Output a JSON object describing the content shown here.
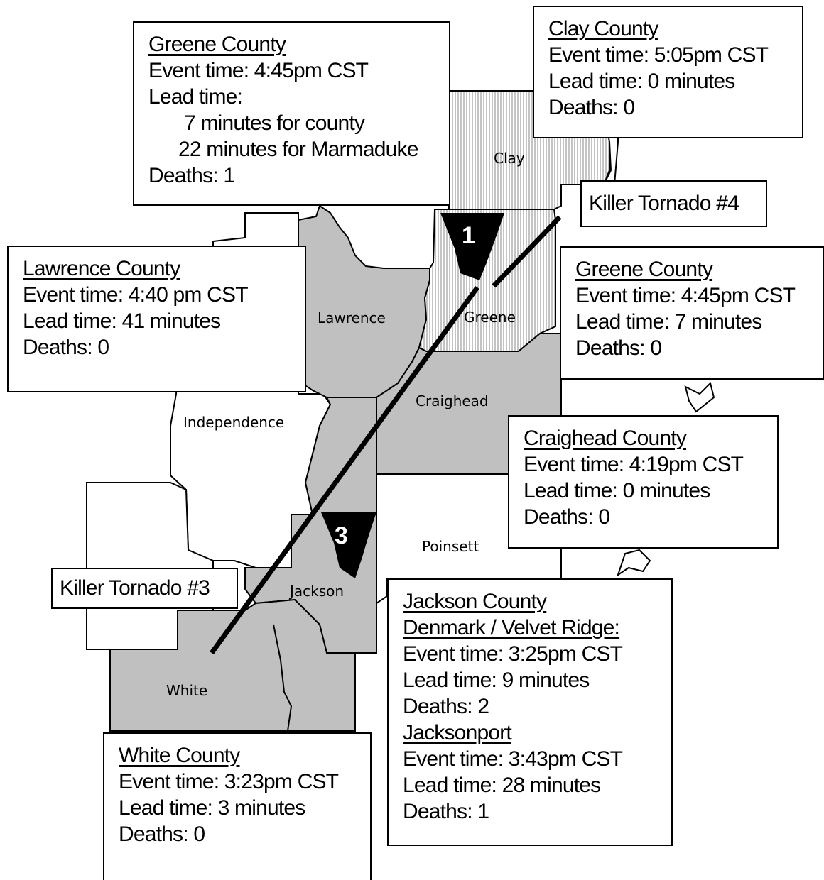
{
  "colors": {
    "affected_fill": "#c0c0c0",
    "partial_fill": "#e6e6e6",
    "border": "#000000",
    "background": "#ffffff"
  },
  "counties": {
    "clay": "Clay",
    "greene": "Greene",
    "lawrence": "Lawrence",
    "craighead": "Craighead",
    "independence": "Independence",
    "poinsett": "Poinsett",
    "jackson": "Jackson",
    "white": "White"
  },
  "markers": {
    "tornado_1": "1",
    "tornado_3": "3"
  },
  "tags": {
    "killer_4": "Killer Tornado #4",
    "killer_3": "Killer Tornado #3"
  },
  "boxes": {
    "greene_top": {
      "title": "Greene County",
      "event": "Event time: 4:45pm CST",
      "lead": "Lead time:",
      "lead_county": "7 minutes for county",
      "lead_town": "22 minutes for Marmaduke",
      "deaths": "Deaths: 1"
    },
    "clay": {
      "title": "Clay County",
      "event": "Event time: 5:05pm CST",
      "lead": "Lead time: 0 minutes",
      "deaths": "Deaths: 0"
    },
    "lawrence": {
      "title": "Lawrence County",
      "event": "Event time: 4:40 pm CST",
      "lead": "Lead time: 41 minutes",
      "deaths": "Deaths: 0"
    },
    "greene_right": {
      "title": "Greene County",
      "event": "Event time: 4:45pm CST",
      "lead": "Lead time: 7 minutes",
      "deaths": "Deaths: 0"
    },
    "craighead": {
      "title": "Craighead County",
      "event": "Event time: 4:19pm CST",
      "lead": "Lead time: 0 minutes",
      "deaths": "Deaths: 0"
    },
    "jackson": {
      "title": "Jackson County",
      "place1": "Denmark / Velvet Ridge:",
      "event1": "Event time: 3:25pm CST",
      "lead1": "Lead time: 9 minutes",
      "deaths1": "Deaths: 2",
      "place2": "Jacksonport",
      "event2": "Event time: 3:43pm CST",
      "lead2": "Lead time: 28 minutes",
      "deaths2": "Deaths: 1"
    },
    "white": {
      "title": "White County",
      "event": "Event time: 3:23pm CST",
      "lead": "Lead time: 3 minutes",
      "deaths": "Deaths: 0"
    }
  }
}
